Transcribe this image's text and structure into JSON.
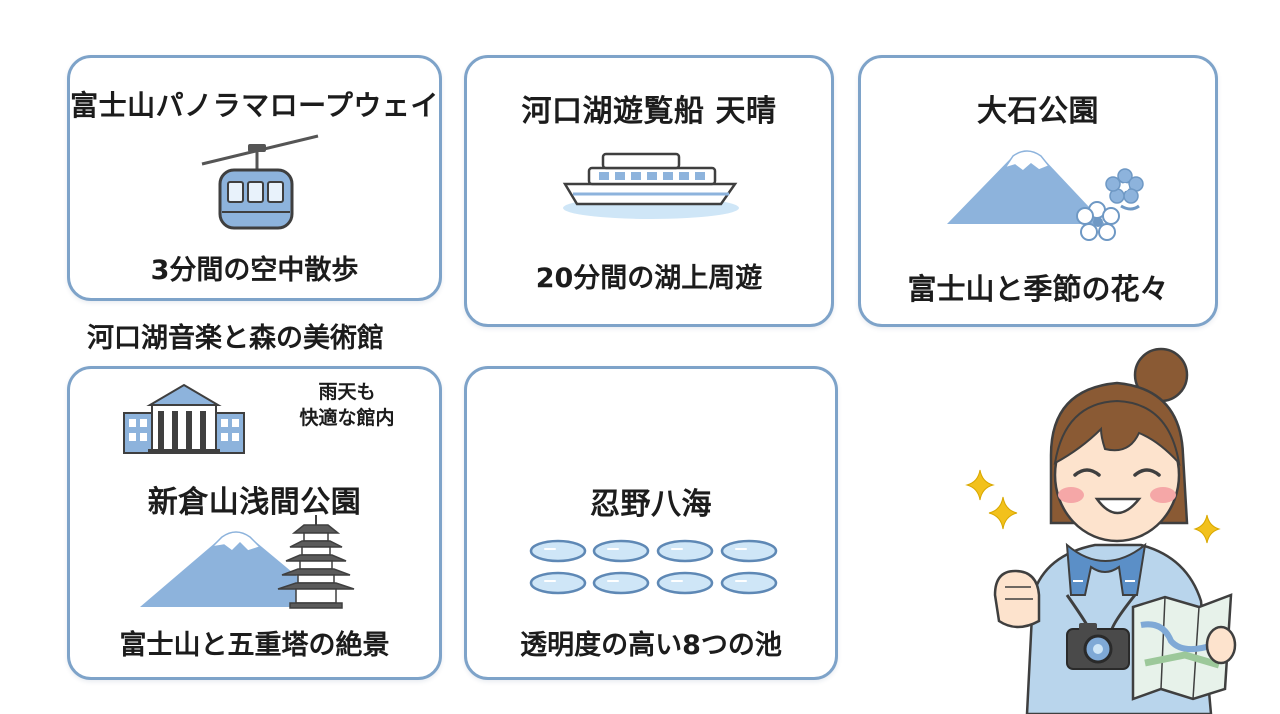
{
  "cards": {
    "ropeway": {
      "title": "富士山パノラマロープウェイ",
      "caption": "3分間の空中散歩",
      "icon": "gondola-icon"
    },
    "cruise": {
      "title": "河口湖遊覧船 天晴",
      "caption": "20分間の湖上周遊",
      "icon": "boat-icon"
    },
    "oishi": {
      "title": "大石公園",
      "caption": "富士山と季節の花々",
      "icon": "mount-fuji-flowers-icon"
    },
    "museum": {
      "label": "河口湖音楽と森の美術館",
      "note_line1": "雨天も",
      "note_line2": "快適な館内",
      "icon": "museum-building-icon"
    },
    "arakurayama": {
      "title": "新倉山浅間公園",
      "caption": "富士山と五重塔の絶景",
      "icon": "pagoda-fuji-icon"
    },
    "oshino": {
      "title": "忍野八海",
      "caption": "透明度の高い8つの池",
      "icon": "ponds-icon"
    }
  },
  "illustration": {
    "icon": "tourist-girl-with-map-icon"
  },
  "colors": {
    "card_border": "#7ea3c9",
    "accent_blue": "#8db3dc",
    "water": "#cfe6f7",
    "text": "#1c1c1c"
  }
}
